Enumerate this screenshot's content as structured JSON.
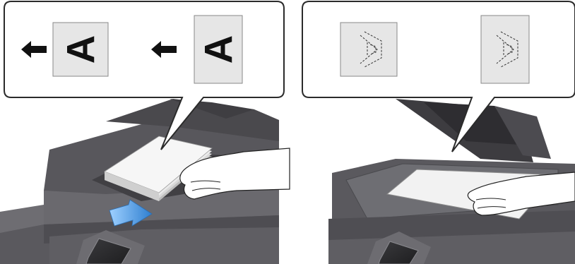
{
  "panels": [
    {
      "id": "adf",
      "callout": {
        "pages": [
          {
            "letter": "A",
            "orientation": "rotated-left",
            "feed_arrow": "left-arrow"
          },
          {
            "letter": "A",
            "orientation": "rotated-left",
            "feed_arrow": "left-arrow"
          }
        ]
      },
      "scene": {
        "placement_arrow": "insert-arrow",
        "colors": {
          "arrow": "#3d8bd8"
        }
      }
    },
    {
      "id": "platen",
      "callout": {
        "pages": [
          {
            "letter": "A",
            "orientation": "rotated-left-facedown-dashed"
          },
          {
            "letter": "A",
            "orientation": "rotated-left-facedown-dashed"
          }
        ]
      }
    }
  ],
  "colors": {
    "callout_border": "#2b2b2b",
    "page_fill": "#e6e6e6",
    "machine_dark": "#4b4a4e",
    "machine_mid": "#5c5b60",
    "machine_light": "#7a797e",
    "accent_blue": "#2f7fd0"
  }
}
